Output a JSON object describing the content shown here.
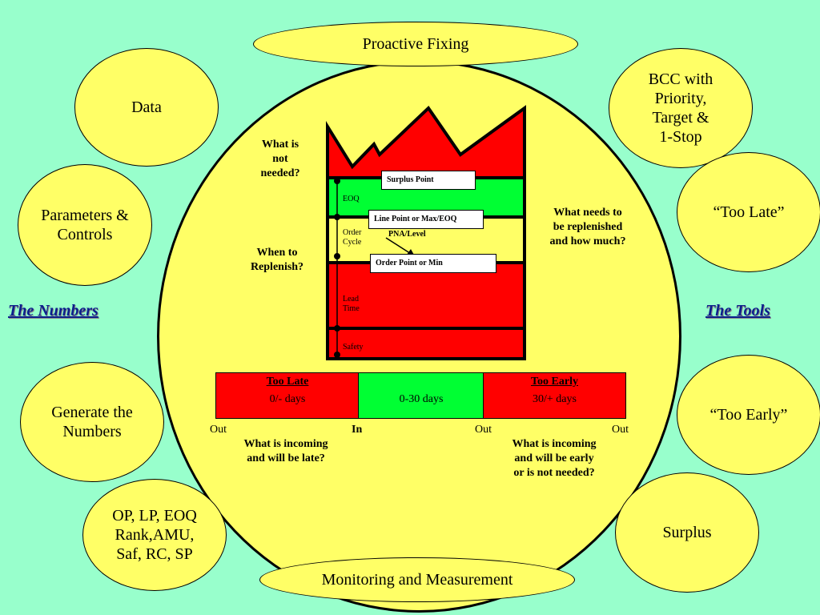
{
  "top_ellipse": "Proactive Fixing",
  "bottom_ellipse": "Monitoring and Measurement",
  "left": {
    "title": "The Numbers",
    "items": [
      {
        "lines": [
          "Data"
        ]
      },
      {
        "lines": [
          "Parameters &",
          "Controls"
        ]
      },
      {
        "lines": [
          "Generate the",
          "Numbers"
        ]
      },
      {
        "lines": [
          "OP, LP, EOQ",
          "Rank,AMU,",
          "Saf, RC, SP"
        ]
      }
    ]
  },
  "right": {
    "title": "The Tools",
    "items": [
      {
        "lines": [
          "BCC with",
          "Priority,",
          "Target &",
          "1-Stop"
        ]
      },
      {
        "lines": [
          "“Too Late”"
        ]
      },
      {
        "lines": [
          "“Too Early”"
        ]
      },
      {
        "lines": [
          "Surplus"
        ]
      }
    ]
  },
  "questions": {
    "not_needed": [
      "What is",
      "not",
      "needed?"
    ],
    "when": [
      "When to",
      "Replenish?"
    ],
    "needs": [
      "What needs to",
      "be replenished",
      "and how much?"
    ],
    "late": [
      "What is incoming",
      "and will be late?"
    ],
    "early": [
      "What is incoming",
      "and will be early",
      "or is not needed?"
    ]
  },
  "stock": {
    "surplus_point": "Surplus Point",
    "line_point": "Line Point or Max/EOQ",
    "order_point": "Order Point or Min",
    "pna": "PNA/Level",
    "eoq": "EOQ",
    "order_cycle": [
      "Order",
      "Cycle"
    ],
    "lead_time": [
      "Lead",
      "Time"
    ],
    "safety": "Safety"
  },
  "timeline": {
    "too_late": {
      "title": "Too Late",
      "value": "0/- days"
    },
    "in_range": {
      "value": "0-30 days"
    },
    "too_early": {
      "title": "Too Early",
      "value": "30/+ days"
    },
    "out1": "Out",
    "in": "In",
    "out2": "Out",
    "out3": "Out"
  },
  "colors": {
    "red": "#ff0000",
    "green": "#00ff33",
    "yellow": "#ffff66",
    "background": "#98ffcc"
  }
}
